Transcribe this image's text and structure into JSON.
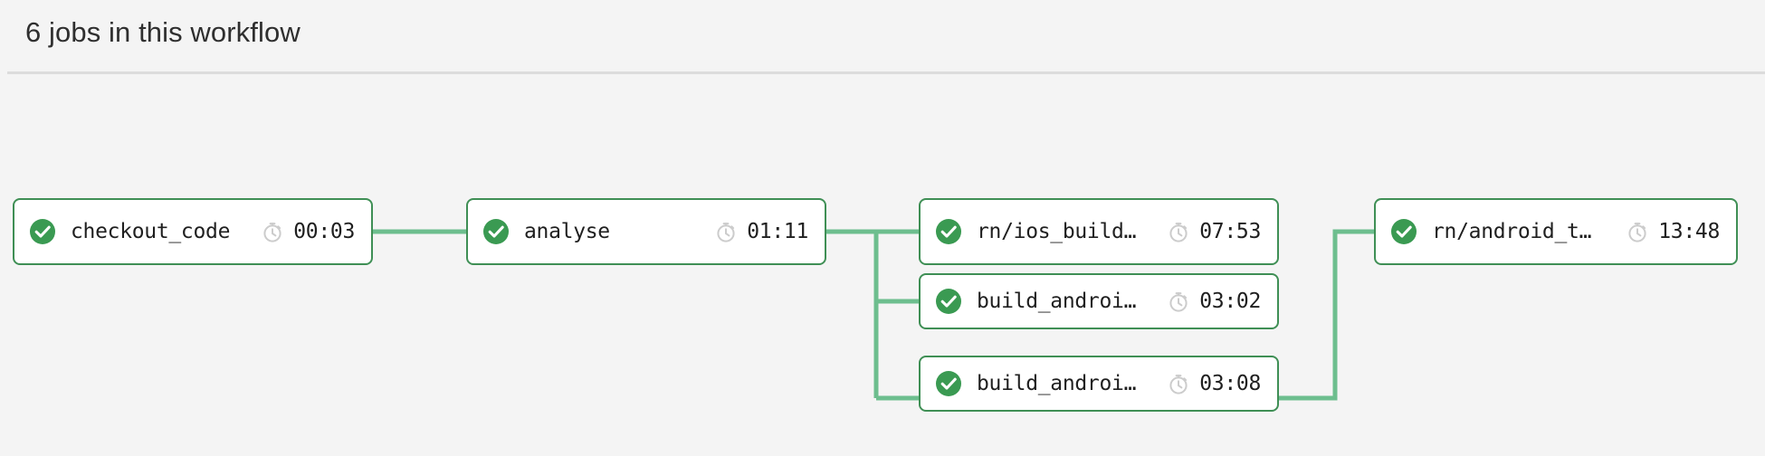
{
  "header": {
    "title": "6 jobs in this workflow"
  },
  "colors": {
    "node_border": "#3f8f55",
    "node_background": "#ffffff",
    "status_success": "#3a9a52",
    "connector": "#6dbe8e",
    "page_background": "#f4f4f4",
    "divider": "#dcdcdc",
    "text": "#1f1f1f",
    "clock_icon": "#cccccc"
  },
  "icons": {
    "status_success": "check-circle-icon",
    "duration": "stopwatch-icon"
  },
  "jobs": [
    {
      "id": "checkout_code",
      "name": "checkout_code",
      "duration": "00:03",
      "status": "success",
      "column": 1,
      "row": 1
    },
    {
      "id": "analyse",
      "name": "analyse",
      "duration": "01:11",
      "status": "success",
      "column": 2,
      "row": 1
    },
    {
      "id": "rn_ios_build",
      "name": "rn/ios_build…",
      "duration": "07:53",
      "status": "success",
      "column": 3,
      "row": 1
    },
    {
      "id": "build_android_1",
      "name": "build_androi…",
      "duration": "03:02",
      "status": "success",
      "column": 3,
      "row": 2
    },
    {
      "id": "build_android_2",
      "name": "build_androi…",
      "duration": "03:08",
      "status": "success",
      "column": 3,
      "row": 3
    },
    {
      "id": "rn_android_test",
      "name": "rn/android_t…",
      "duration": "13:48",
      "status": "success",
      "column": 4,
      "row": 1
    }
  ],
  "edges": [
    {
      "from": "checkout_code",
      "to": "analyse"
    },
    {
      "from": "analyse",
      "to": "rn_ios_build"
    },
    {
      "from": "analyse",
      "to": "build_android_1"
    },
    {
      "from": "analyse",
      "to": "build_android_2"
    },
    {
      "from": "build_android_2",
      "to": "rn_android_test"
    }
  ]
}
